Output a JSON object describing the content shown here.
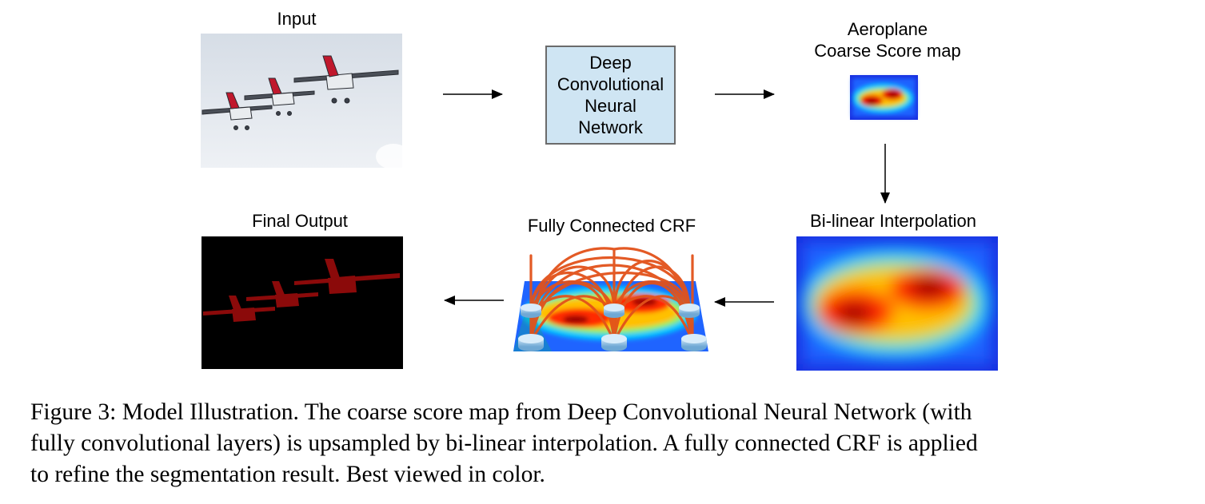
{
  "labels": {
    "input": "Input",
    "dcnn_line1": "Deep",
    "dcnn_line2": "Convolutional",
    "dcnn_line3": "Neural",
    "dcnn_line4": "Network",
    "coarse_line1": "Aeroplane",
    "coarse_line2": "Coarse Score map",
    "bilinear": "Bi-linear Interpolation",
    "crf": "Fully Connected CRF",
    "final": "Final Output"
  },
  "caption": {
    "line1": "Figure 3: Model Illustration. The coarse score map from Deep Convolutional Neural Network (with",
    "line2": "fully convolutional layers) is upsampled by bi-linear interpolation. A fully connected CRF is applied",
    "line3": "to refine the segmentation result. Best viewed in color."
  },
  "colors": {
    "box_fill": "#cfe5f3",
    "box_border": "#6b6b6b",
    "heat_low": "#1a2fe0",
    "heat_high": "#b00000",
    "crf_edges": "#e2521a",
    "segment": "#8b0a0a"
  },
  "icons": {
    "input_image": "airplane-formation-photo",
    "coarse_map": "heatmap",
    "crf_graph": "graph-nodes-edges",
    "output_mask": "airplane-segmentation-mask"
  }
}
